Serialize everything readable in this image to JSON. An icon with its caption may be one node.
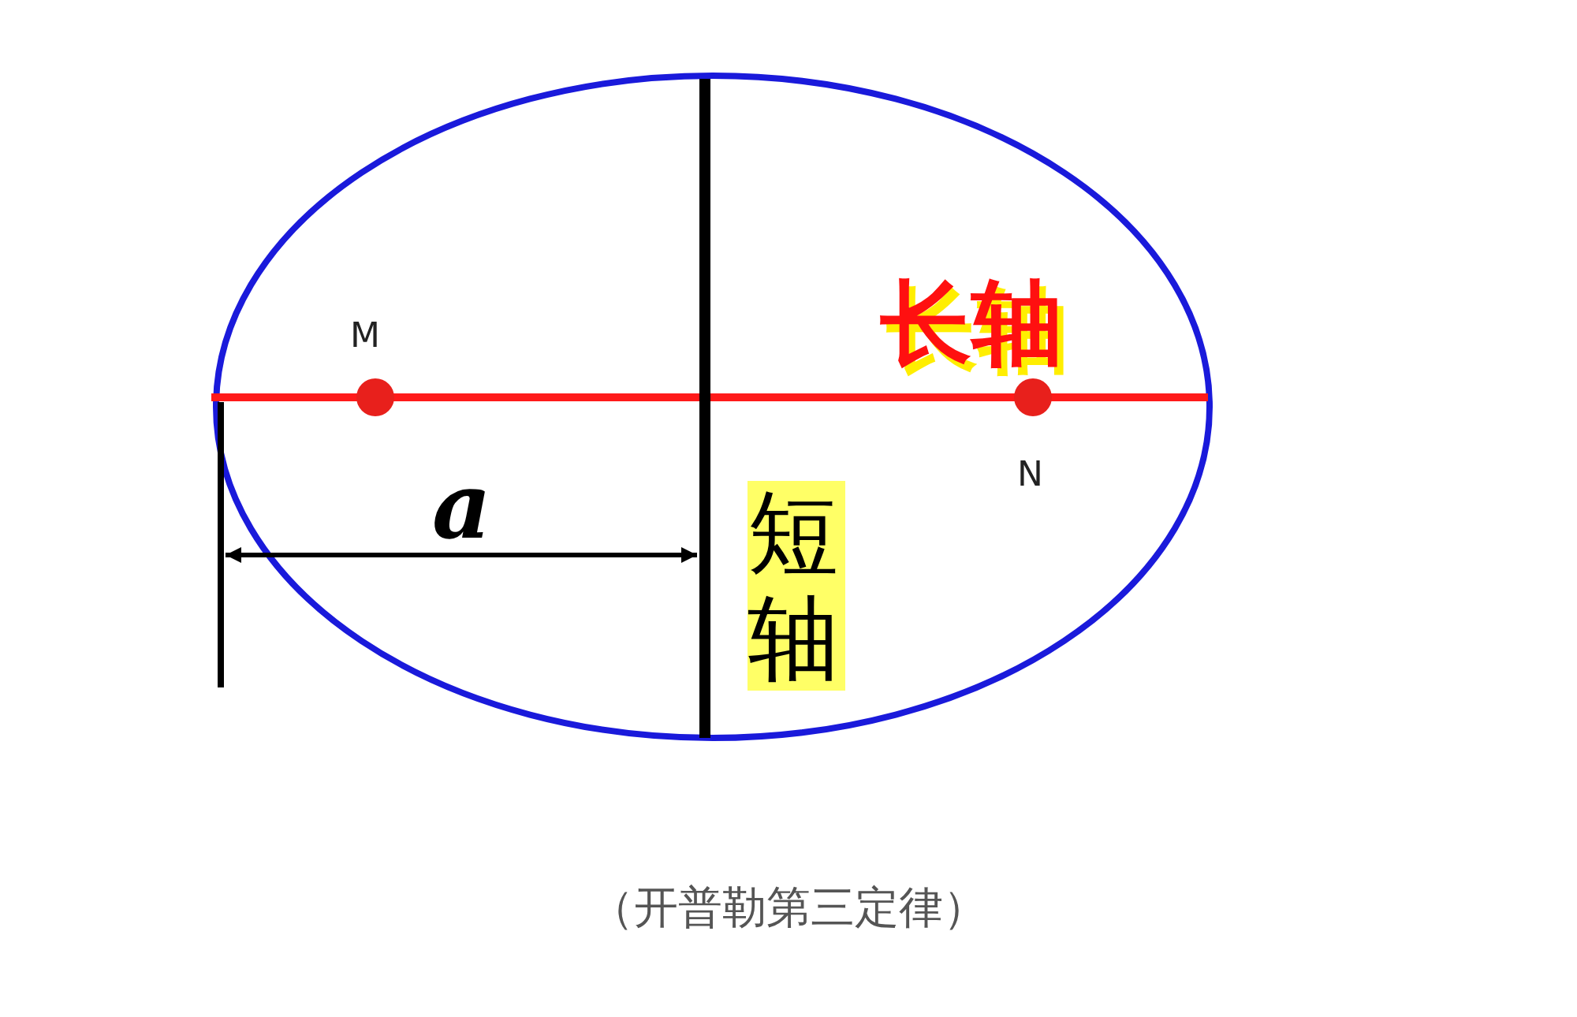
{
  "diagram": {
    "caption": "（开普勒第三定律）",
    "labels": [
      "M",
      "长轴",
      "N",
      "a",
      "短轴"
    ]
  }
}
